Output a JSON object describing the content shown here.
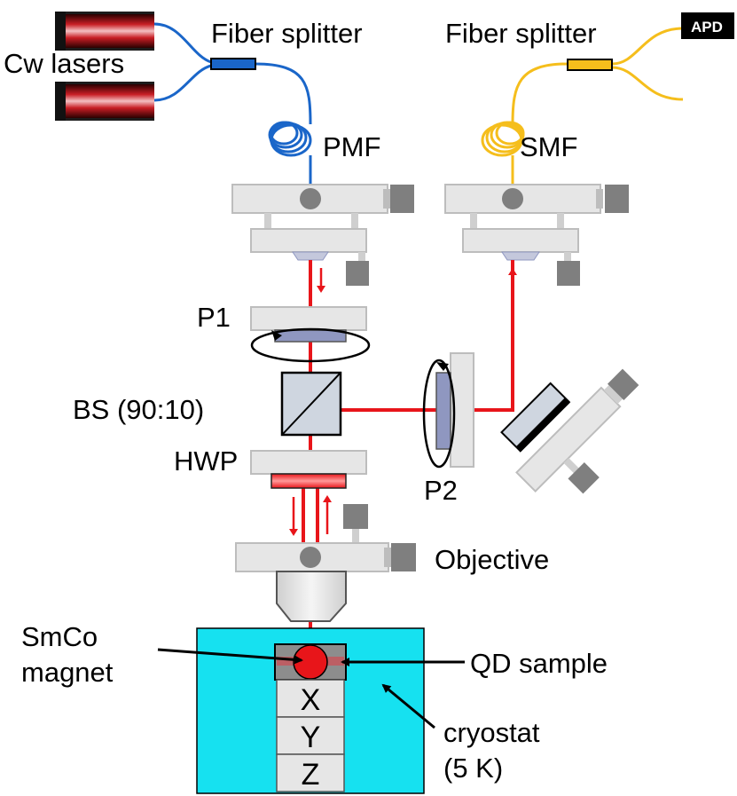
{
  "labels": {
    "fiber_splitter_left": "Fiber splitter",
    "fiber_splitter_right": "Fiber splitter",
    "cw_lasers": "Cw lasers",
    "apd": "APD",
    "pmf": "PMF",
    "smf": "SMF",
    "p1": "P1",
    "bs": "BS (90:10)",
    "hwp": "HWP",
    "p2": "P2",
    "objective": "Objective",
    "smco_line1": "SmCo",
    "smco_line2": "magnet",
    "qd_sample": "QD sample",
    "cryostat_line1": "cryostat",
    "cryostat_line2": "(5 K)",
    "stage_x": "X",
    "stage_y": "Y",
    "stage_z": "Z"
  },
  "colors": {
    "beam": "#e8151a",
    "pm_fiber": "#1a66c9",
    "sm_fiber": "#f5be1c",
    "cryostat": "#16e1f0",
    "mount": "#e6e6e6",
    "mount_stroke": "#bdbdbd",
    "knob": "#7f7f7f",
    "polarizer": "#8f97c0",
    "laser_body": "#1c1c1c",
    "laser_glow": "#d9232b"
  }
}
